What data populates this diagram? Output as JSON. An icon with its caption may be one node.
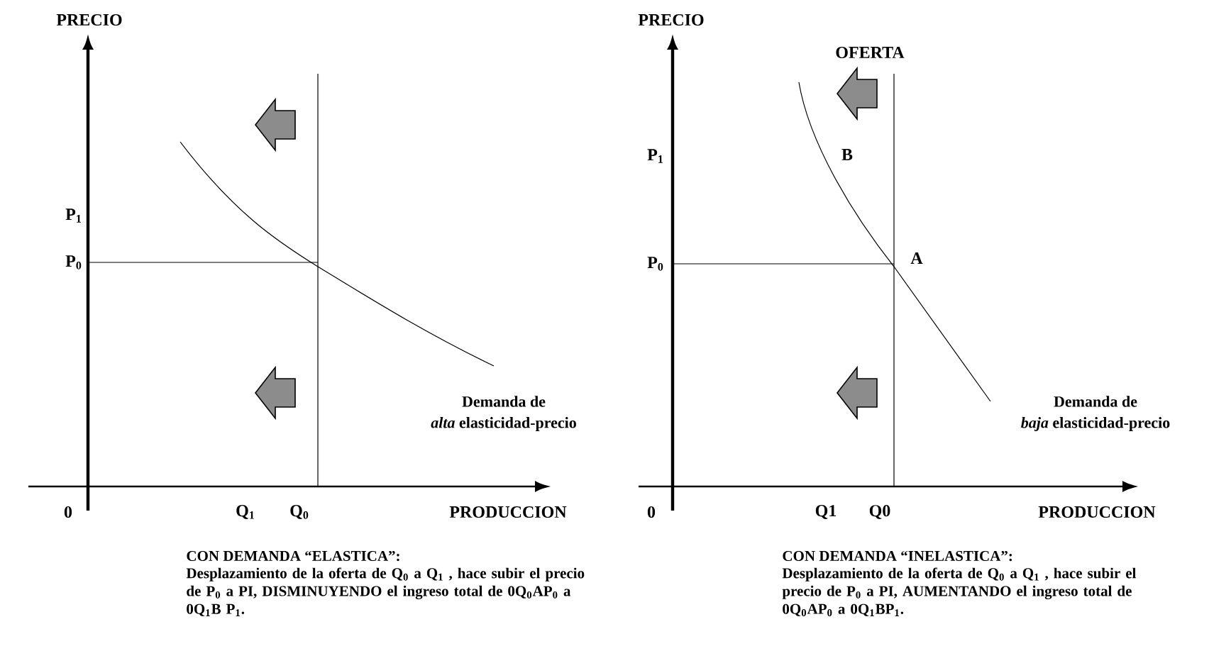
{
  "diagram": {
    "labels": [
      "PRECIO",
      "P$_{1}$",
      "P$_{0}$",
      "Demanda de",
      "*alta* elasticidad-precio",
      "0",
      "Q$_{1}$",
      "Q$_{0}$",
      "PRODUCCION",
      "CON DEMANDA “ELASTICA”:",
      "Desplazamiento de la oferta de Q$_{0}$ a Q$_{1}$ , hace subir el precio de P$_{0}$ a PI, DISMINUYENDO el ingreso total de 0Q$_{0}$AP$_{0}$ a 0Q$_{1}$B P$_{1}$.",
      "PRECIO",
      "OFERTA",
      "P$_{1}$",
      "B",
      "P$_{0}$",
      "A",
      "Demanda de",
      "*baja* elasticidad-precio",
      "0",
      "Q1",
      "Q0",
      "PRODUCCION",
      "CON DEMANDA “INELASTICA”:",
      "Desplazamiento de la oferta de Q$_{0}$ a Q$_{1}$ , hace subir el precio de P$_{0}$ a PI, AUMENTANDO el ingreso total de 0Q$_{0}$AP$_{0}$ a 0Q$_{1}$BP$_{1}$."
    ]
  }
}
